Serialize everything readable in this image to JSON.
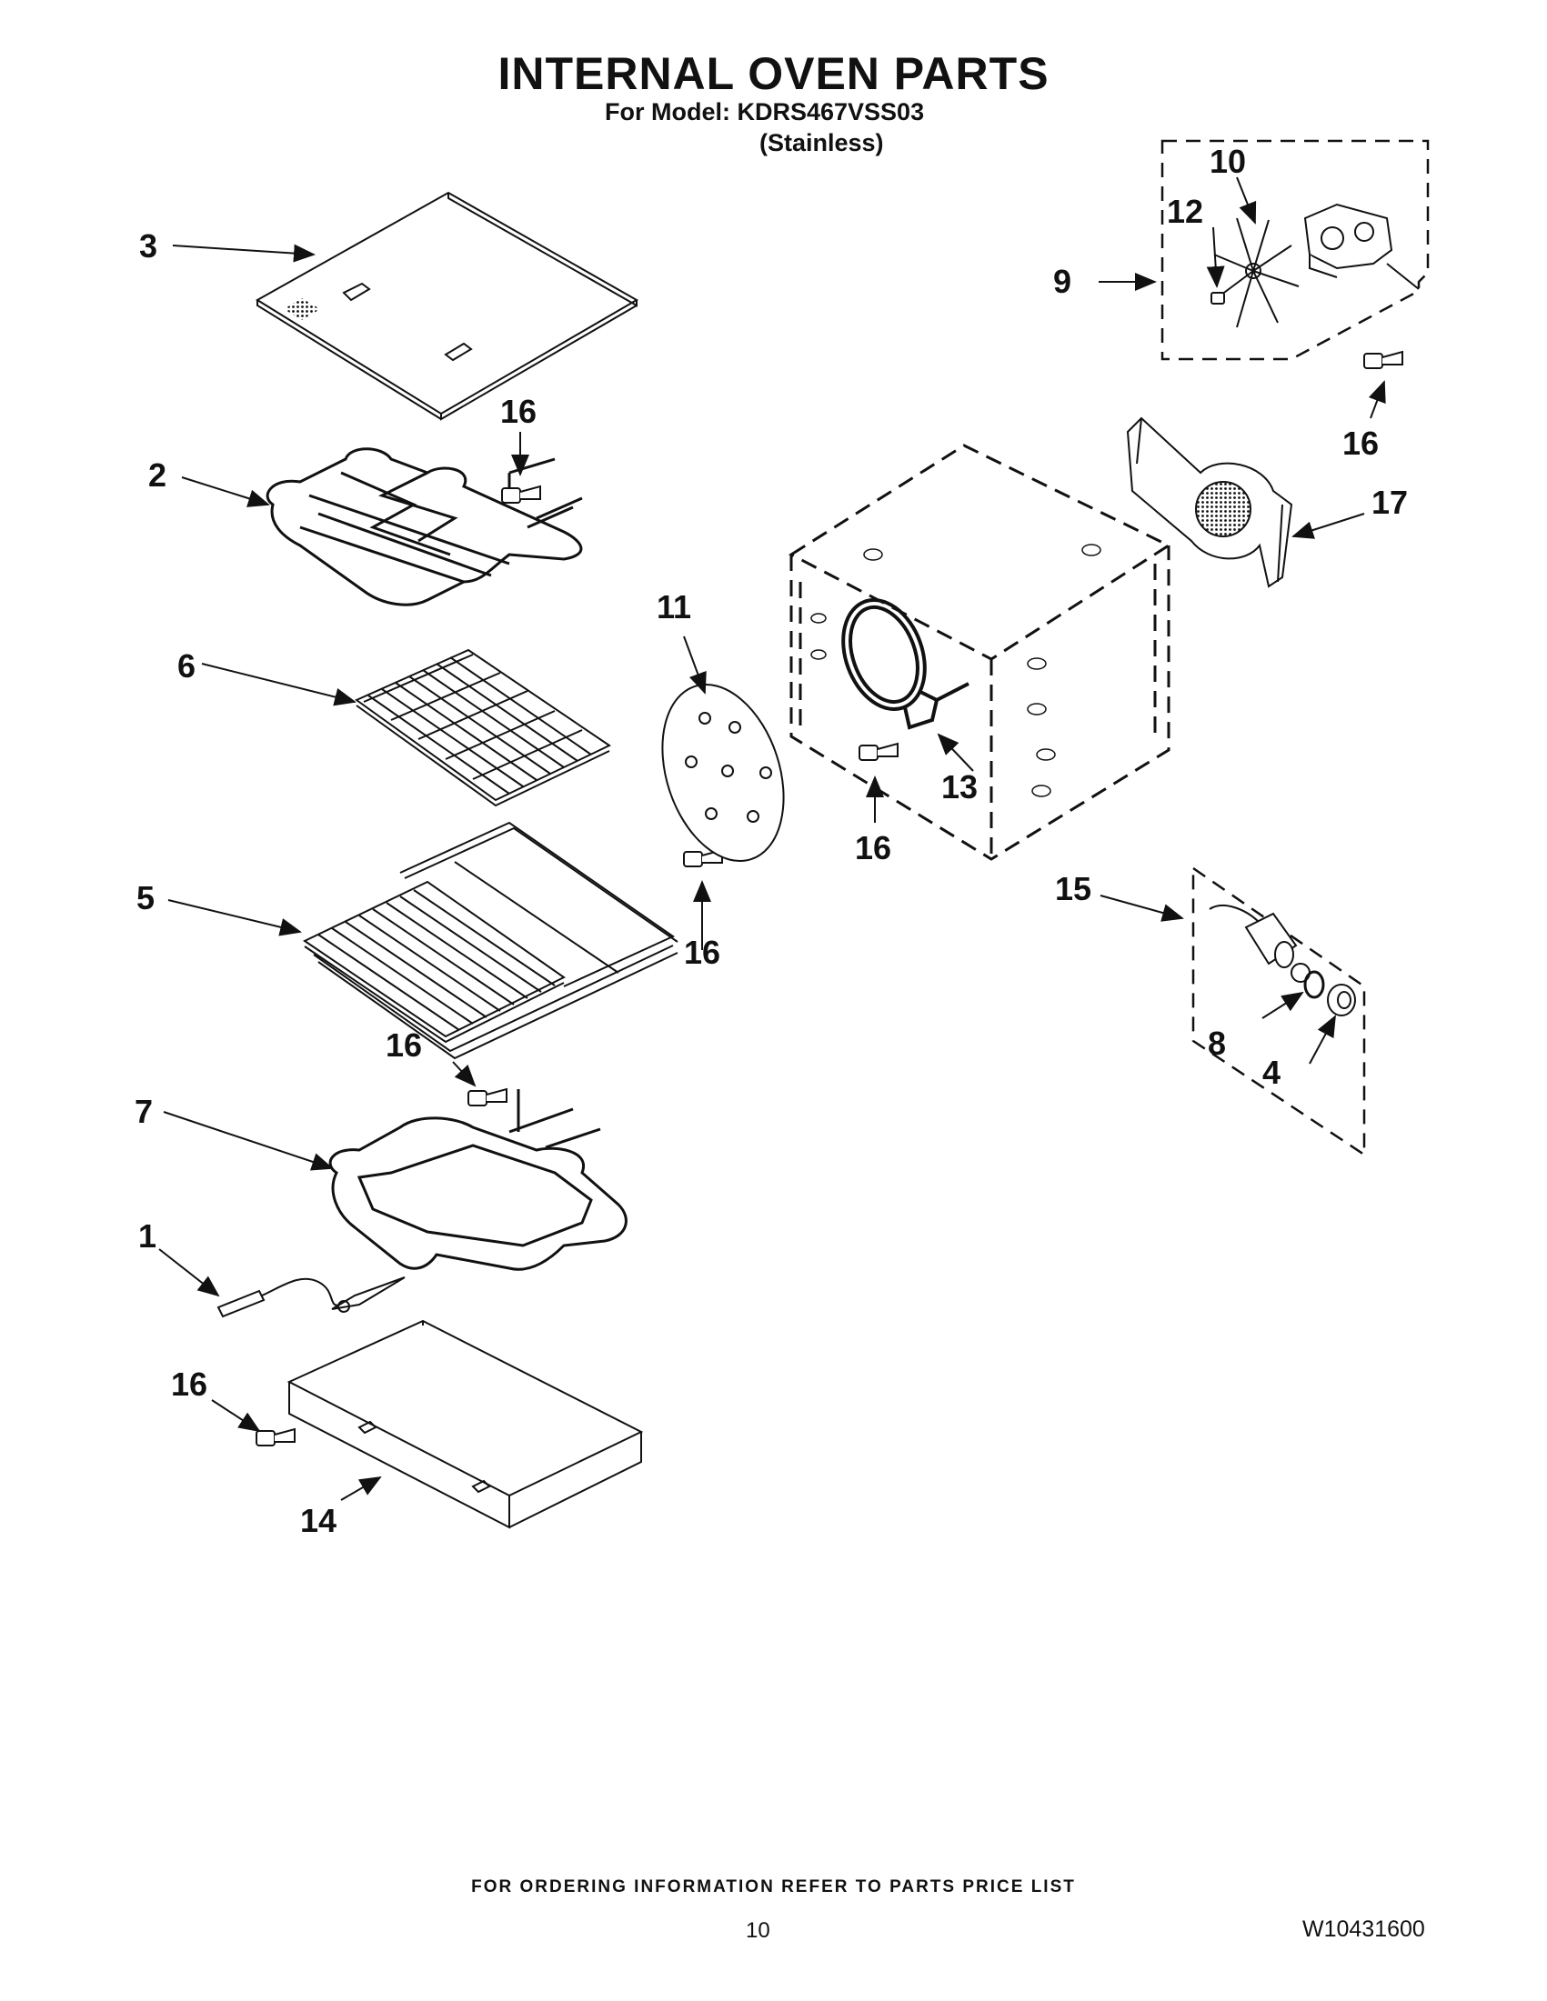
{
  "header": {
    "title": "INTERNAL OVEN PARTS",
    "model_line": "For Model: KDRS467VSS03",
    "finish_line": "(Stainless)"
  },
  "callouts": {
    "c3": "3",
    "c2": "2",
    "c16a": "16",
    "c6": "6",
    "c5": "5",
    "c16b": "16",
    "c7": "7",
    "c1": "1",
    "c16c": "16",
    "c14": "14",
    "c11": "11",
    "c16d": "16",
    "c16e": "16",
    "c13": "13",
    "c10": "10",
    "c12": "12",
    "c9": "9",
    "c16f": "16",
    "c17": "17",
    "c15": "15",
    "c8": "8",
    "c4": "4"
  },
  "footer": {
    "ordering_note": "FOR ORDERING INFORMATION REFER TO PARTS PRICE LIST",
    "page_number": "10",
    "document_number": "W10431600"
  }
}
